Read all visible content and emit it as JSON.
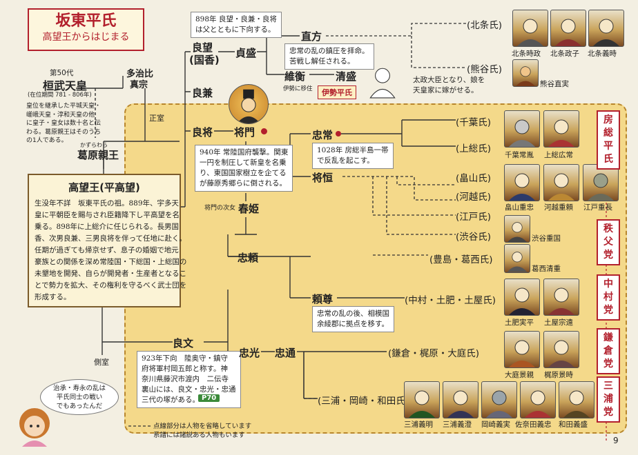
{
  "title": {
    "main": "坂東平氏",
    "sub": "高望王からはじまる"
  },
  "kanmu": {
    "gen": "第50代",
    "name": "桓武天皇",
    "reign": "(在位期間 781 - 806年)",
    "note": [
      "皇位を継承した平城天皇・",
      "嵯峨天皇・淳和天皇の他",
      "に皇子・皇女は数十名と伝",
      "わる。葛原親王はそのうち",
      "の1人である。"
    ]
  },
  "tajihi": {
    "l1": "多治比",
    "l2": "真宗"
  },
  "seishitsu": "正室",
  "sokushitsu": "側室",
  "kuzuhara": {
    "name": "葛原親王",
    "ruby": "かずらわら"
  },
  "takamochi": {
    "name": "高望王(平高望)",
    "body": [
      "生没年不詳　坂東平氏の祖。889年、宇多天",
      "皇に平朝臣を賜与され臣籍降下し平高望を名",
      "乗る。898年に上総介に任じられる。長男国",
      "香、次男良兼、三男良将を伴って任地に赴く。",
      "任期が過ぎても帰京せず、息子の婚姻で地元",
      "豪族との関係を深め常陸国・下総国・上総国の",
      "未墾地を開発、自らが開発者・生産者となるこ",
      "とで勢力を拡大、その権利を守るべく武士団を",
      "形成する。"
    ]
  },
  "note898": [
    "898年 良望・良兼・良将",
    "は父とともに下向する。"
  ],
  "names": {
    "yoshimochi": "良望",
    "kuni": "(国香)",
    "sadamori": "貞盛",
    "naokata": "直方",
    "korehira": "維衡",
    "kiyomori": "清盛",
    "yoshikane": "良兼",
    "yoshimasa": "良将",
    "masakado": "将門",
    "haruhime": "春姫",
    "tadayori": "忠頼",
    "yoshifumi": "良文",
    "tadatsune": "忠常",
    "masatsune": "将恒",
    "yorinori": "頼尊",
    "tadamitsu": "忠光",
    "tadamichi": "忠通"
  },
  "ise_note": "伊勢に移住",
  "ise_heishi": "伊勢平氏",
  "masakado_daughter": "将門の次女",
  "note_sadamori": [
    "忠常の乱の鎮圧を拝命。",
    "苦戦し解任される。"
  ],
  "note_kiyomori": [
    "太政大臣となり、娘を",
    "天皇家に嫁がせる。"
  ],
  "note_masakado": [
    "940年 常陸国府襲撃。関東",
    "一円を制圧して新皇を名乗",
    "り、東国国家樹立を企てる",
    "が藤原秀郷らに倒される。"
  ],
  "note_tadatsune": [
    "1028年 房総半島一帯",
    "で反乱を起こす。"
  ],
  "note_yorinori": [
    "忠常の乱の後、相模国",
    "余綾郡に拠点を移す。"
  ],
  "note_yoshifumi": [
    "923年下向　陸奥守・鎮守",
    "府将軍村岡五郎と称す。神",
    "奈川県藤沢市渡内　二伝寺",
    "裏山には、良文・忠光・忠通",
    "三代の塚がある。"
  ],
  "p70": "P70",
  "clans": {
    "hojo": "(北条氏)",
    "kumagai": "(熊谷氏)",
    "chiba": "(千葉氏)",
    "kazusa": "(上総氏)",
    "hatakeyama": "(畠山氏)",
    "kawagoe": "(河越氏)",
    "edo": "(江戸氏)",
    "shibuya": "(渋谷氏)",
    "toshima": "(豊島・葛西氏)",
    "nakamura": "(中村・土肥・土屋氏)",
    "kamakura": "(鎌倉・梶原・大庭氏)",
    "miura": "(三浦・岡崎・和田氏)"
  },
  "portraits": {
    "hojo_tokimasa": "北条時政",
    "hojo_masako": "北条政子",
    "hojo_yoshitoki": "北条義時",
    "kumagai": "熊谷直実",
    "chiba_tsunetane": "千葉常胤",
    "kazusa_hirotsune": "上総広常",
    "hatakeyama": "畠山重忠",
    "kawagoe": "河越重頼",
    "edo": "江戸重長",
    "shibuya": "渋谷重国",
    "kasai": "葛西清重",
    "dohi": "土肥実平",
    "tsuchiya": "土屋宗遠",
    "oba": "大庭景親",
    "kajiwara": "梶原景時",
    "miura_yoshiaki": "三浦義明",
    "miura_yoshizumi": "三浦義澄",
    "okazaki": "岡崎義実",
    "sanada": "佐奈田義忠",
    "wada": "和田義盛"
  },
  "tags": {
    "boso": [
      "房",
      "総",
      "平",
      "氏"
    ],
    "chichibu": [
      "秩",
      "父",
      "党"
    ],
    "nakamura": [
      "中",
      "村",
      "党"
    ],
    "kamakura": [
      "鎌",
      "倉",
      "党"
    ],
    "miura": [
      "三",
      "浦",
      "党"
    ]
  },
  "bubble": [
    "治承・寿永の乱は",
    "平氏同士の戦い",
    "でもあったんだ"
  ],
  "legend": [
    "点線部分は人物を省略しています",
    "系譜には諸説ある人物もいます"
  ],
  "page_number": "9",
  "colors": {
    "accent": "#b21f2c",
    "highlight": "#f4d98a",
    "dash": "#b8862c"
  }
}
